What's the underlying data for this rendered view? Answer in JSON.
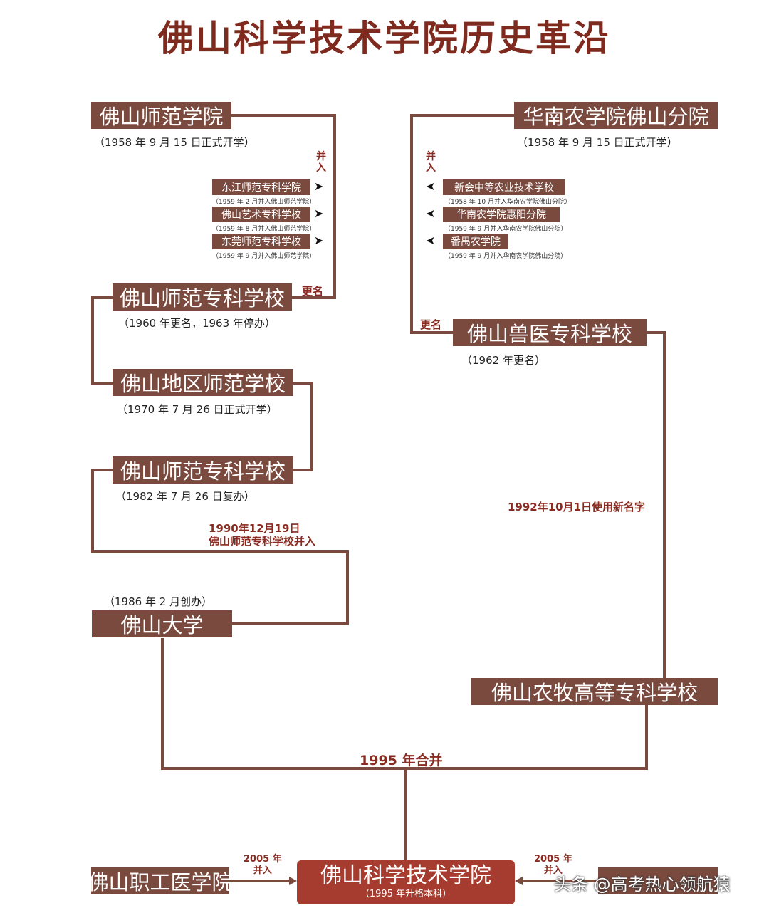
{
  "title": "佛山科学技术学院历史革沿",
  "left": {
    "sfxy": {
      "name": "佛山师范学院",
      "note": "（1958 年 9 月 15 日正式开学）"
    },
    "merge_label": [
      "并",
      "入"
    ],
    "merged": [
      {
        "name": "东江师范专科学院",
        "note": "（1959 年 2 月并入佛山师范学院）"
      },
      {
        "name": "佛山艺术专科学校",
        "note": "（1959 年 8 月并入佛山师范学院）"
      },
      {
        "name": "东莞师范专科学校",
        "note": "（1959 年 9 月并入佛山师范学院）"
      }
    ],
    "rename_label": "更名",
    "sfzk1": {
      "name": "佛山师范专科学校",
      "note": "（1960 年更名，1963 年停办）"
    },
    "dqsf": {
      "name": "佛山地区师范学校",
      "note": "（1970 年 7 月 26 日正式开学）"
    },
    "sfzk2": {
      "name": "佛山师范专科学校",
      "note": "（1982 年 7 月 26 日复办）"
    },
    "merge_1990": [
      "1990年12月19日",
      "佛山师范专科学校并入"
    ],
    "fsdx": {
      "name": "佛山大学",
      "note": "（1986 年 2 月创办）"
    }
  },
  "right": {
    "hnny": {
      "name": "华南农学院佛山分院",
      "note": "（1958 年 9 月 15 日正式开学）"
    },
    "merge_label": [
      "并",
      "入"
    ],
    "merged": [
      {
        "name": "新会中等农业技术学校",
        "note": "（1958 年 10 月并入华南农学院佛山分院）"
      },
      {
        "name": "华南农学院惠阳分院",
        "note": "（1959 年 9 月并入华南农学院佛山分院）"
      },
      {
        "name": "番禺农学院",
        "note": "（1959 年 9 月并入华南农学院佛山分院）"
      }
    ],
    "rename_label": "更名",
    "syzk": {
      "name": "佛山兽医专科学校",
      "note": "（1962 年更名）"
    },
    "rename_1992": "1992年10月1日使用新名字",
    "nmgd": {
      "name": "佛山农牧高等专科学校"
    }
  },
  "merge_1995": "1995 年合并",
  "bottom": {
    "zgyx": {
      "name": "佛山职工医学院"
    },
    "merge_2005_left": [
      "2005 年",
      "并入"
    ],
    "main": {
      "name": "佛山科学技术学院",
      "note": "（1995 年升格本科）"
    },
    "merge_2005_right": [
      "2005 年",
      "并入"
    ]
  },
  "watermark": "头条 @高考热心领航猿",
  "colors": {
    "box": "#7b4a3e",
    "line": "#7b4a3e",
    "accent": "#8a2b22",
    "main_box": "#a63c2f"
  }
}
